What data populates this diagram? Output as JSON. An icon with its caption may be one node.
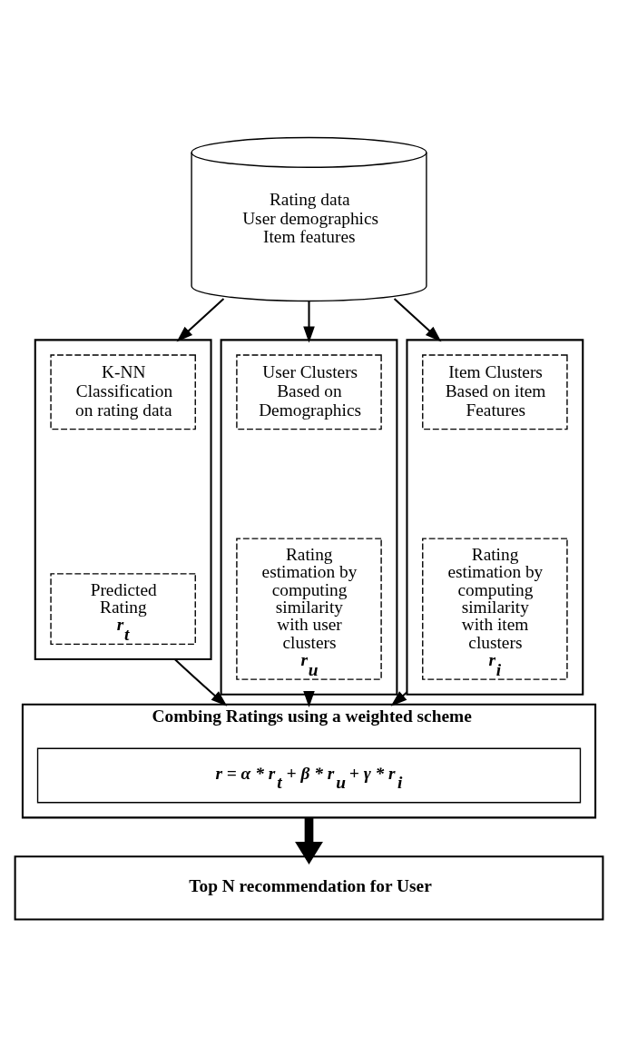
{
  "diagram": {
    "nodes": [
      {
        "text": [
          "Rating data",
          "User demographics",
          "Item features"
        ]
      },
      {
        "text": [],
        "shape": "box"
      },
      {
        "text": [
          "K-NN Classification on rating data"
        ],
        "in": 1
      },
      {
        "text": [
          "Predicted Rating",
          "r$_{t}$"
        ],
        "in": 1
      },
      {
        "text": [],
        "shape": "box"
      },
      {
        "text": [
          "User Clusters Based on Demographics"
        ],
        "in": 4
      },
      {
        "text": [
          "Rating estimation by computing similarity with user clusters",
          "r$_{u}$"
        ],
        "in": 4
      },
      {
        "text": [],
        "shape": "box"
      },
      {
        "text": [
          "Item Clusters Based on item Features"
        ],
        "in": 7
      },
      {
        "text": [
          "Rating estimation by computing similarity with item clusters",
          "r$_{i}$"
        ],
        "in": 7
      },
      {
        "text": [
          "Combing Ratings using a weighted scheme"
        ]
      },
      {
        "text": [
          "r = α * r$_{t}$ + β * r$_{u}$ + γ * r$_{i}$"
        ],
        "in": 10
      },
      {
        "text": [
          "Top N recommendation for User"
        ]
      }
    ],
    "edges": [
      {
        "from": 0,
        "to": 1,
        "arrow": "to"
      },
      {
        "from": 0,
        "to": 4,
        "arrow": "to"
      },
      {
        "from": 0,
        "to": 7,
        "arrow": "to"
      },
      {
        "from": 1,
        "to": 10,
        "arrow": "to"
      },
      {
        "from": 4,
        "to": 10,
        "arrow": "to"
      },
      {
        "from": 7,
        "to": 10,
        "arrow": "to"
      },
      {
        "from": 10,
        "to": 12,
        "arrow": "to",
        "style": "thick"
      }
    ]
  }
}
